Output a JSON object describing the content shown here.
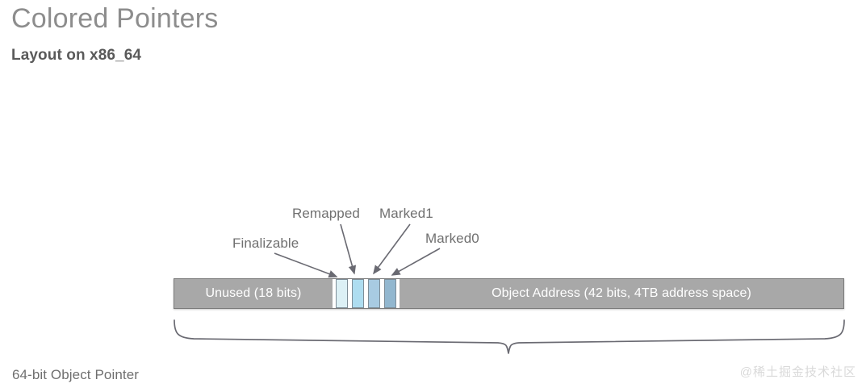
{
  "slide": {
    "title": "Colored Pointers",
    "subtitle": "Layout on x86_64",
    "title_color": "#8d8d8d",
    "subtitle_color": "#5a5a5a",
    "background": "#ffffff"
  },
  "diagram": {
    "bar": {
      "unused_label": "Unused (18 bits)",
      "address_label": "Object Address (42 bits, 4TB address space)",
      "gray_color": "#a8a8a8",
      "border_color": "#7b7b7b",
      "text_color": "#ffffff"
    },
    "bits": [
      {
        "name": "Finalizable",
        "color": "#dcf0f5"
      },
      {
        "name": "Remapped",
        "color": "#aeddf0"
      },
      {
        "name": "Marked1",
        "color": "#a8cbe2"
      },
      {
        "name": "Marked0",
        "color": "#92b7cf"
      }
    ],
    "callouts": [
      {
        "label": "Finalizable"
      },
      {
        "label": "Remapped"
      },
      {
        "label": "Marked1"
      },
      {
        "label": "Marked0"
      }
    ],
    "brace_caption": "64-bit Object Pointer",
    "callout_color": "#707070",
    "line_color": "#6a6a72"
  },
  "watermark": {
    "text": "@稀土掘金技术社区",
    "color": "#d9d9d9"
  }
}
